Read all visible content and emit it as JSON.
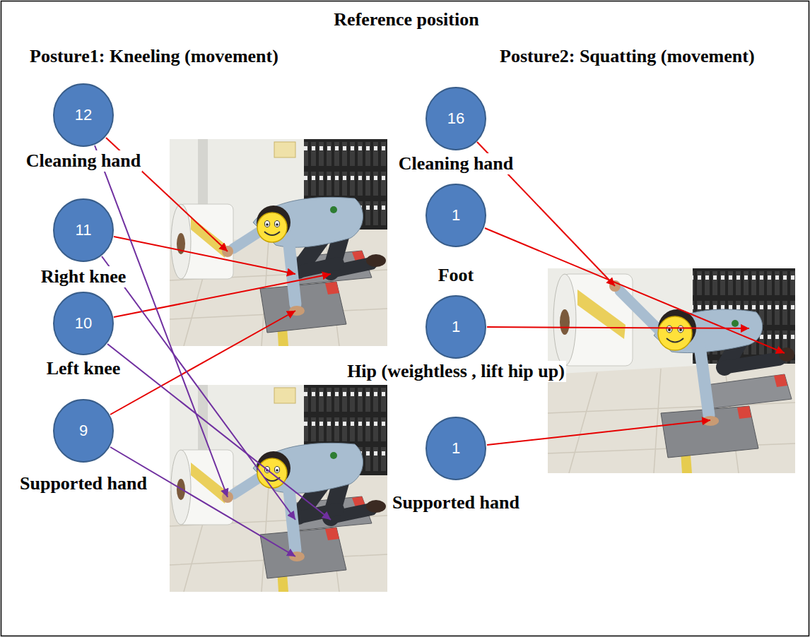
{
  "diagram": {
    "title": "Reference position",
    "nodes": [
      {
        "text": [
          "12",
          "Cleaning hand"
        ]
      },
      {
        "text": [
          "11",
          "Right knee"
        ]
      },
      {
        "text": [
          "10",
          "Left knee"
        ]
      },
      {
        "text": [
          "9",
          "Supported hand"
        ]
      },
      {
        "text": [
          "16",
          "Cleaning hand"
        ]
      },
      {
        "text": [
          "1",
          "Foot"
        ]
      },
      {
        "text": [
          "1",
          "Hip (weightless , lift hip up)"
        ]
      },
      {
        "text": [
          "1",
          "Supported hand"
        ]
      }
    ],
    "labels": [
      "Posture1: Kneeling (movement)",
      "Posture2: Squatting (movement)"
    ]
  }
}
